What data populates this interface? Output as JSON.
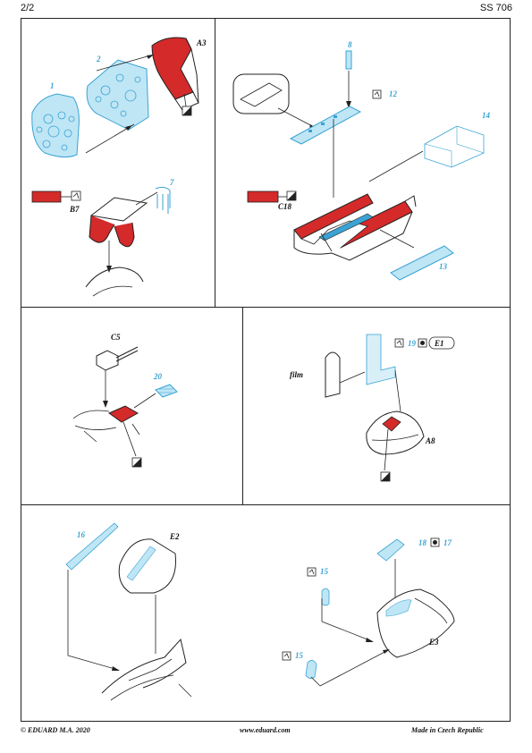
{
  "header": {
    "page": "2/2",
    "set_code": "SS 706"
  },
  "colors": {
    "red": "#d42a2a",
    "photoetch": "#bfe6f5",
    "photoetch_stroke": "#3aa3d4",
    "line": "#222222",
    "label_blue": "#3aa3d4"
  },
  "panel1": {
    "parts": {
      "p1": "1",
      "p2": "2",
      "p7": "7"
    },
    "refs": {
      "a3": "A3",
      "b7": "B7"
    }
  },
  "panel2": {
    "parts": {
      "p8": "8",
      "p12": "12",
      "p13": "13",
      "p14": "14"
    },
    "refs": {
      "c18": "C18"
    }
  },
  "panel3": {
    "parts": {
      "p20": "20"
    },
    "refs": {
      "c5": "C5"
    }
  },
  "panel4": {
    "parts": {
      "p19": "19"
    },
    "refs": {
      "e1": "E1",
      "a8": "A8"
    },
    "film_label": "film"
  },
  "panel5": {
    "parts": {
      "p15a": "15",
      "p15b": "15",
      "p16": "16",
      "p17": "17",
      "p18": "18"
    },
    "refs": {
      "e2": "E2",
      "e3": "E3"
    }
  },
  "icons": {
    "pe_symbol": "photoetch-icon",
    "cut_symbol": "cut-out-icon",
    "fold_symbol": "fold-icon",
    "glue_symbol": "glue-icon"
  },
  "footer": {
    "copyright": "© EDUARD  M.A. 2020",
    "website": "www.eduard.com",
    "made_in": "Made in Czech Republic"
  }
}
